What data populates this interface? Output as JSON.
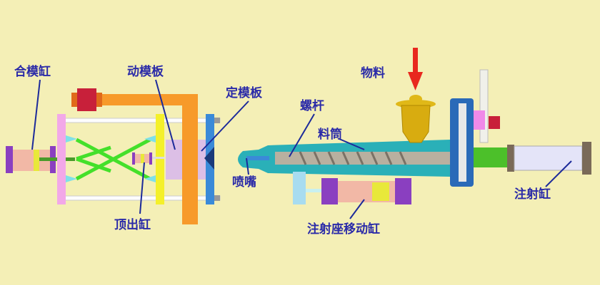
{
  "title": "注塑机结构示意图",
  "labels": {
    "clamp_cylinder": "合模缸",
    "moving_platen": "动模板",
    "fixed_platen": "定模板",
    "material": "物料",
    "screw": "螺杆",
    "barrel": "料筒",
    "nozzle": "喷嘴",
    "ejector_cylinder": "顶出缸",
    "carriage_cylinder": "注射座移动缸",
    "injection_cylinder": "注射缸"
  },
  "colors": {
    "background": "#f4efb6",
    "label": "#2a2aa8",
    "arrow": "#e8281e"
  }
}
